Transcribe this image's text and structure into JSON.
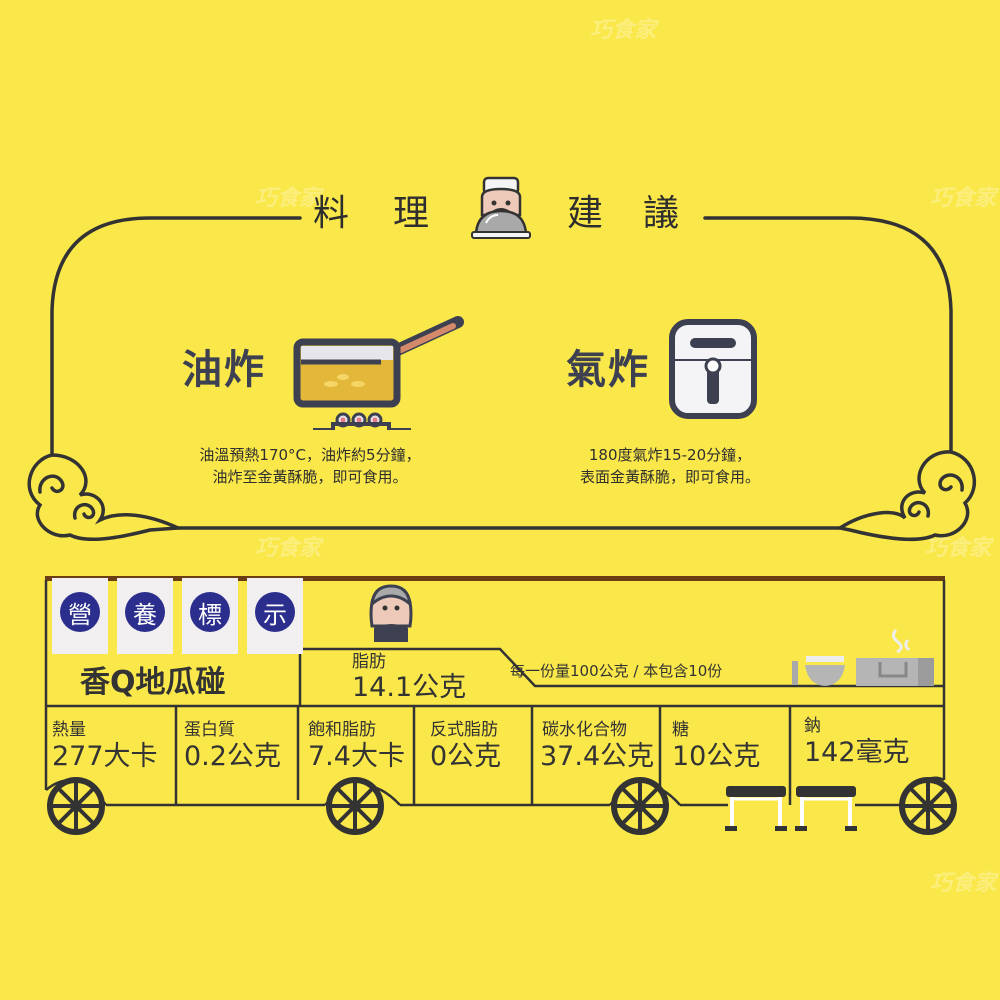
{
  "header": {
    "title_chars": [
      "料",
      "理",
      "建",
      "議"
    ],
    "icon": "chef-with-cloche-icon"
  },
  "methods": [
    {
      "name": "油炸",
      "icon": "frying-pan-on-stove-icon",
      "desc_line1": "油溫預熱170°C，油炸約5分鐘，",
      "desc_line2": "油炸至金黃酥脆，即可食用。"
    },
    {
      "name": "氣炸",
      "icon": "air-fryer-icon",
      "desc_line1": "180度氣炸15-20分鐘，",
      "desc_line2": "表面金黃酥脆，即可食用。"
    }
  ],
  "nutrition": {
    "banner_chars": [
      "營",
      "養",
      "標",
      "示"
    ],
    "product_name": "香Q地瓜碰",
    "serving_info": "每一份量100公克 / 本包含10份",
    "featured": {
      "label": "脂肪",
      "value": "14.1公克"
    },
    "items": [
      {
        "label": "熱量",
        "value": "277大卡"
      },
      {
        "label": "蛋白質",
        "value": "0.2公克"
      },
      {
        "label": "飽和脂肪",
        "value": "7.4大卡"
      },
      {
        "label": "反式脂肪",
        "value": "0公克"
      },
      {
        "label": "碳水化合物",
        "value": "37.4公克"
      },
      {
        "label": "糖",
        "value": "10公克"
      },
      {
        "label": "鈉",
        "value": "142毫克"
      }
    ]
  },
  "colors": {
    "background": "#fae84a",
    "line": "#333333",
    "banner_circle": "#2b2e8c",
    "roof": "#6b3d12",
    "oil": "#e3b73a"
  },
  "watermark": "巧食家"
}
